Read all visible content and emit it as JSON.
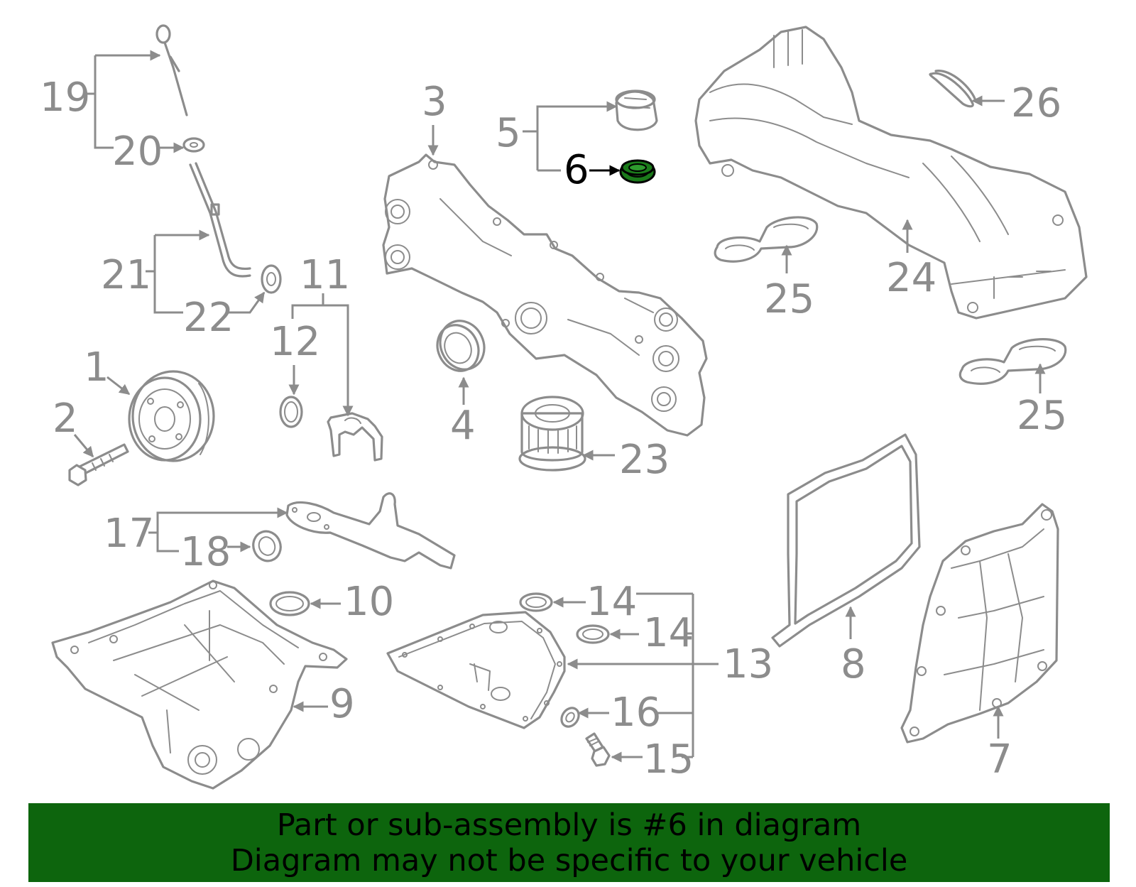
{
  "diagram": {
    "callouts": {
      "c1": "1",
      "c2": "2",
      "c3": "3",
      "c4": "4",
      "c5": "5",
      "c6": "6",
      "c7": "7",
      "c8": "8",
      "c9": "9",
      "c10": "10",
      "c11": "11",
      "c12": "12",
      "c13": "13",
      "c14a": "14",
      "c14b": "14",
      "c15": "15",
      "c16": "16",
      "c17": "17",
      "c18": "18",
      "c19": "19",
      "c20": "20",
      "c21": "21",
      "c22": "22",
      "c23": "23",
      "c24": "24",
      "c25a": "25",
      "c25b": "25",
      "c26": "26"
    },
    "highlighted_part": "6",
    "colors": {
      "line": "#8c8c8c",
      "highlight_part": "#1a7a1a",
      "banner": "#0d650d"
    }
  },
  "banner": {
    "line1": "Part or sub-assembly is #6 in diagram",
    "line2": "Diagram may not be specific to your vehicle"
  }
}
